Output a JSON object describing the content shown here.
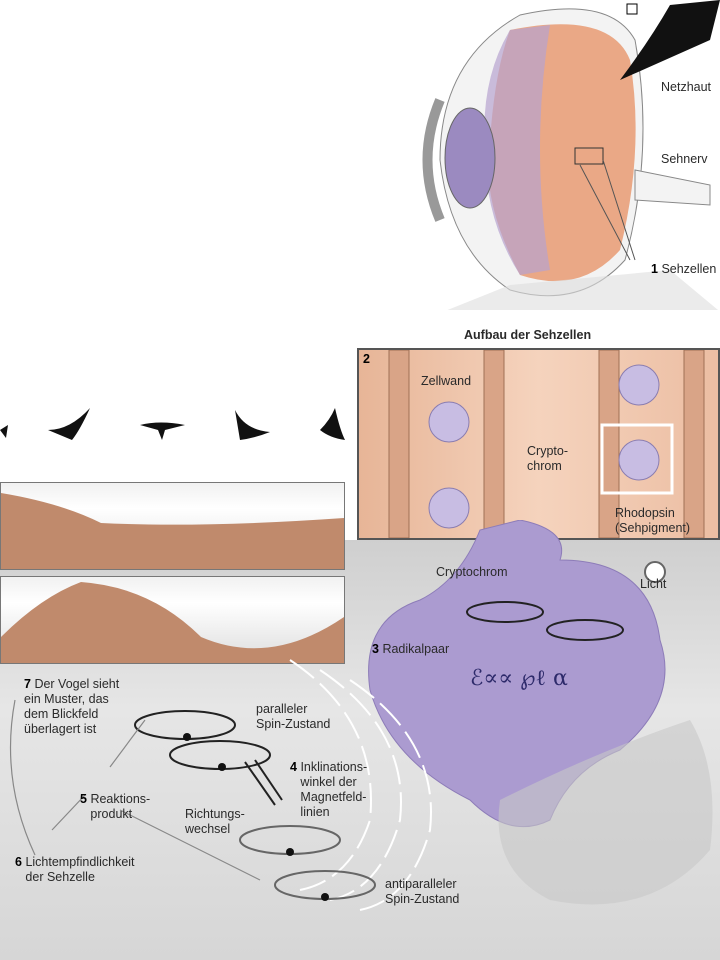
{
  "eye": {
    "retina_label": "Netzhaut",
    "nerve_label": "Sehnerv",
    "cells_num": "1",
    "cells_label": "Sehzellen"
  },
  "cell_panel": {
    "title": "Aufbau der Sehzellen",
    "num": "2",
    "cellwall_label": "Zellwand",
    "crypto_label_1": "Crypto-",
    "crypto_label_2": "chrom",
    "rhodopsin_1": "Rhodopsin",
    "rhodopsin_2": "(Sehpigment)"
  },
  "molecule": {
    "label": "Cryptochrom",
    "light_label": "Licht",
    "radical_num": "3",
    "radical_label": "Radikalpaar"
  },
  "steps": {
    "s7_num": "7",
    "s7_l1": "Der Vogel sieht",
    "s7_l2": "ein Muster, das",
    "s7_l3": "dem Blickfeld",
    "s7_l4": "überlagert ist",
    "s5_num": "5",
    "s5_l1": "Reaktions-",
    "s5_l2": "produkt",
    "s6_num": "6",
    "s6_l1": "Lichtempfindlichkeit",
    "s6_l2": "der Sehzelle",
    "s4_num": "4",
    "s4_l1": "Inklinations-",
    "s4_l2": "winkel der",
    "s4_l3": "Magnetfeld-",
    "s4_l4": "linien",
    "switch_l1": "Richtungs-",
    "switch_l2": "wechsel",
    "parallel_l1": "paralleler",
    "parallel_l2": "Spin-Zustand",
    "anti_l1": "antiparalleler",
    "anti_l2": "Spin-Zustand"
  },
  "colors": {
    "retina": "#e8a581",
    "protein": "#a898c8",
    "panel_bg": "#f3cdb5"
  }
}
